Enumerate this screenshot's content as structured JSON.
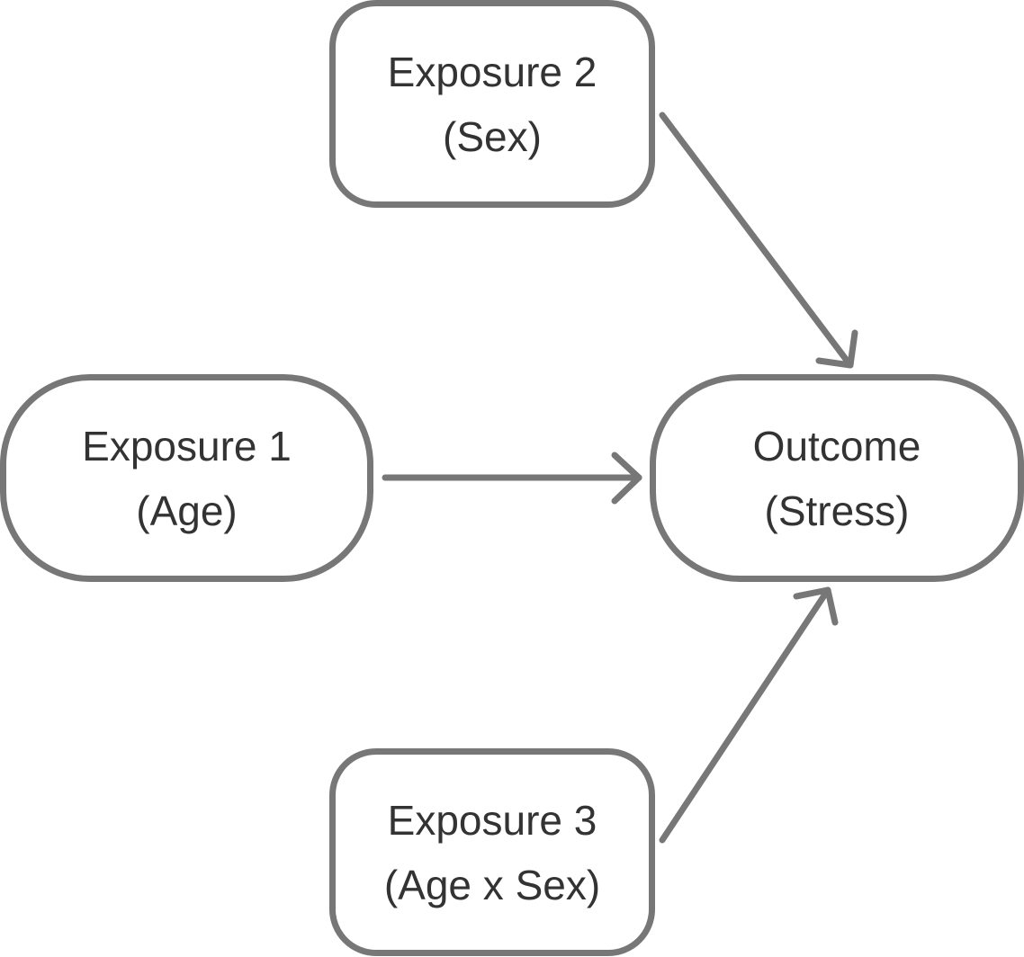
{
  "diagram": {
    "nodes": [
      {
        "id": "exposure2",
        "title": "Exposure 2",
        "subtitle": "(Sex)"
      },
      {
        "id": "exposure1",
        "title": "Exposure 1",
        "subtitle": "(Age)"
      },
      {
        "id": "outcome",
        "title": "Outcome",
        "subtitle": "(Stress)"
      },
      {
        "id": "exposure3",
        "title": "Exposure 3",
        "subtitle": "(Age x Sex)"
      }
    ],
    "edges": [
      {
        "from": "exposure2",
        "to": "outcome"
      },
      {
        "from": "exposure1",
        "to": "outcome"
      },
      {
        "from": "exposure3",
        "to": "outcome"
      }
    ],
    "colors": {
      "stroke": "#777777",
      "text": "#333333",
      "background": "#ffffff"
    }
  }
}
